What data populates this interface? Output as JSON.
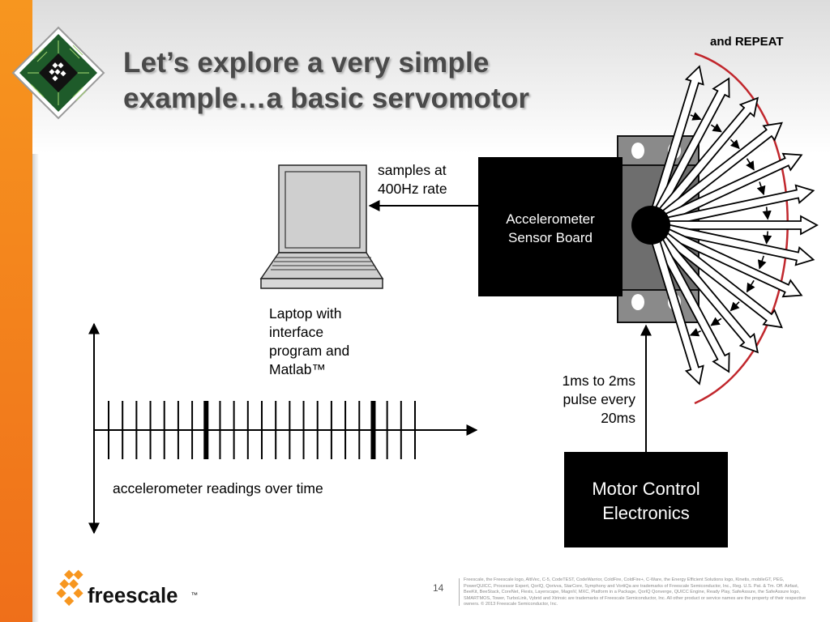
{
  "title": {
    "line1": "Let’s explore a very simple",
    "line2": "example…a basic servomotor"
  },
  "tag_repeat": "and REPEAT",
  "labels": {
    "samples_l1": "samples at",
    "samples_l2": "400Hz rate",
    "laptop_l1": "Laptop with",
    "laptop_l2": "interface",
    "laptop_l3": "program and",
    "laptop_l4": "Matlab™",
    "pulse_l1": "1ms to 2ms",
    "pulse_l2": "pulse every",
    "pulse_l3": "20ms",
    "readings": "accelerometer readings over time"
  },
  "boxes": {
    "sensor_l1": "Accelerometer",
    "sensor_l2": "Sensor Board",
    "motor_l1": "Motor Control",
    "motor_l2": "Electronics"
  },
  "footer": {
    "logo_text": "freescale",
    "logo_tm": "™",
    "page_number": "14",
    "fine_print": "Freescale, the Freescale logo, AltiVec, C-5, CodeTEST, CodeWarrior, ColdFire, ColdFire+, C-Ware, the Energy Efficient Solutions logo, Kinetis, mobileGT, PEG, PowerQUICC, Processor Expert, QorIQ, Qorivva, StarCore, Symphony and VortiQa are trademarks of Freescale Semiconductor, Inc., Reg. U.S. Pat. & Tm. Off. Airfast, BeeKit, BeeStack, CoreNet, Flexis, Layerscape, MagniV, MXC, Platform in a Package, QorIQ Qonverge, QUICC Engine, Ready Play, SafeAssure, the SafeAssure logo, SMARTMOS, Tower, TurboLink, Vybrid and Xtrinsic are trademarks of Freescale Semiconductor, Inc. All other product or service names are the property of their respective owners. © 2013 Freescale Semiconductor, Inc."
  },
  "readings": {
    "tick_count": 23,
    "thick_ticks": [
      7,
      19
    ]
  },
  "colors": {
    "orange": "#f7961f",
    "arc_red": "#c1272d",
    "title_gray": "#4a4a4a",
    "box_black": "#000000"
  }
}
